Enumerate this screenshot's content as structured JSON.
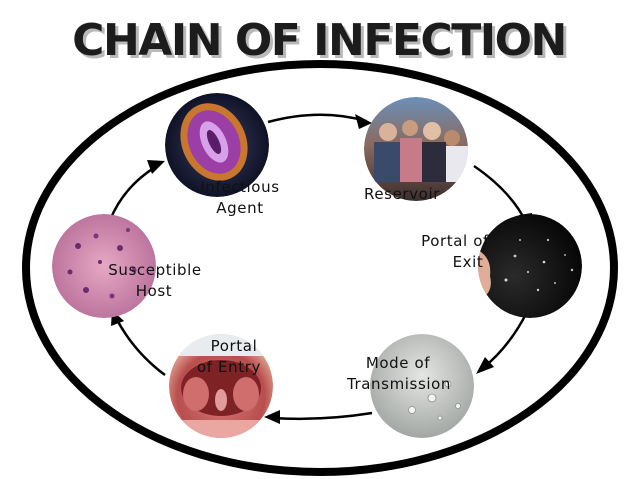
{
  "title": "CHAIN OF INFECTION",
  "nodes": [
    {
      "id": "infectious-agent",
      "line1": "Infectious",
      "line2": "Agent",
      "image": "virus-micrograph"
    },
    {
      "id": "reservoir",
      "line1": "Reservoir",
      "line2": "",
      "image": "crowd-photo"
    },
    {
      "id": "portal-of-exit",
      "line1": "Portal of",
      "line2": "Exit",
      "image": "sneeze-photo"
    },
    {
      "id": "mode-of-transmission",
      "line1": "Mode of",
      "line2": "Transmission",
      "image": "droplets-photo"
    },
    {
      "id": "portal-of-entry",
      "line1": "Portal",
      "line2": "of Entry",
      "image": "open-mouth-photo"
    },
    {
      "id": "susceptible-host",
      "line1": "Susceptible",
      "line2": "Host",
      "image": "tissue-micrograph"
    }
  ],
  "colors": {
    "title_fill": "#1c1c1c",
    "title_shadow": "#b9b9b9",
    "ring": "#000000",
    "arrows": "#000000",
    "background": "#ffffff"
  }
}
